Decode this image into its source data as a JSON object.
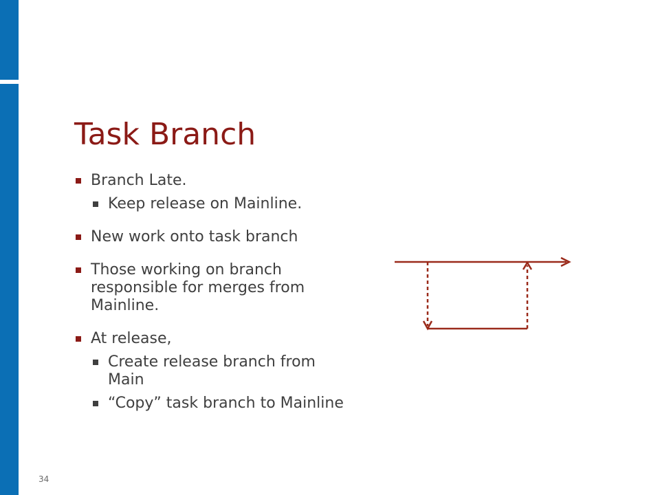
{
  "slide": {
    "title": "Task Branch",
    "page_number": "34",
    "accent_color": "#0b6fb5",
    "title_color": "#8b1a16",
    "bullets": [
      {
        "text": "Branch Late.",
        "sub": [
          "Keep release on Mainline."
        ]
      },
      {
        "text": "New work onto task branch",
        "sub": []
      },
      {
        "text": "Those working on branch responsible for merges from Mainline.",
        "sub": []
      },
      {
        "text": "At release,",
        "sub": [
          "Create release branch from Main",
          " “Copy” task branch to Mainline"
        ]
      }
    ]
  }
}
